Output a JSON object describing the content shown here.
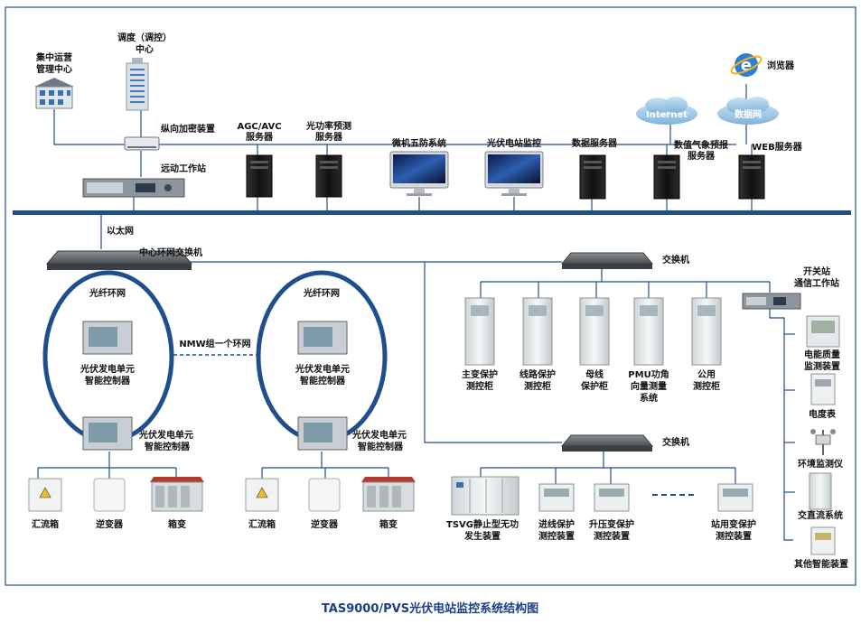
{
  "caption": "TAS9000/PVS光伏电站监控系统结构图",
  "labels": {
    "central_ops": [
      "集中运营",
      "管理中心"
    ],
    "dispatch": [
      "调度（调控）",
      "中心"
    ],
    "encryption": "纵向加密装置",
    "telecontrol": "远动工作站",
    "agc": [
      "AGC/AVC",
      "服务器"
    ],
    "forecast": [
      "光功率预测",
      "服务器"
    ],
    "antierror": "微机五防系统",
    "pv_monitor": "光伏电站监控",
    "data_server": "数据服务器",
    "internet": "Internet",
    "datanet": "数据网",
    "browser": "浏览器",
    "weather": [
      "数值气象预报",
      "服务器"
    ],
    "web": "WEB服务器",
    "ethernet": "以太网",
    "core_switch": "中心环网交换机",
    "switch1": "交换机",
    "switch2": "交换机",
    "ring1": "光纤环网",
    "ring2": "光纤环网",
    "nmw": "NMW组一个环网",
    "pv_unit": [
      "光伏发电单元",
      "智能控制器"
    ],
    "combiner": "汇流箱",
    "inverter": "逆变器",
    "boxtrans": "箱变",
    "cab_main": [
      "主变保护",
      "测控柜"
    ],
    "cab_line": [
      "线路保护",
      "测控柜"
    ],
    "cab_bus": [
      "母线",
      "保护柜"
    ],
    "cab_pmu": [
      "PMU功角",
      "向量测量",
      "系统"
    ],
    "cab_common": [
      "公用",
      "测控柜"
    ],
    "switch_station": [
      "开关站",
      "通信工作站"
    ],
    "power_quality": [
      "电能质量",
      "监测装置"
    ],
    "meter": "电度表",
    "env_monitor": "环境监测仪",
    "acdc": "交直流系统",
    "other": "其他智能装置",
    "tsvg": [
      "TSVG静止型无功",
      "发生装置"
    ],
    "feeder": [
      "进线保护",
      "测控装置"
    ],
    "step_up": [
      "升压变保护",
      "测控装置"
    ],
    "station_use": [
      "站用变保护",
      "测控装置"
    ]
  },
  "colors": {
    "line": "#1f4e8c",
    "bus": "#1f4e8c",
    "caption": "#1a3f8a",
    "cloud": "#9fc8e6"
  },
  "icons": [
    "building-icon",
    "tower-icon",
    "encryptor-icon",
    "rack-unit-icon",
    "server-tower-icon",
    "monitor-icon",
    "cloud-icon",
    "ie-browser-icon",
    "switch-icon",
    "controller-icon",
    "cabinet-icon",
    "combiner-box-icon",
    "inverter-icon",
    "box-transformer-icon",
    "relay-device-icon",
    "meter-icon",
    "weather-station-icon"
  ]
}
